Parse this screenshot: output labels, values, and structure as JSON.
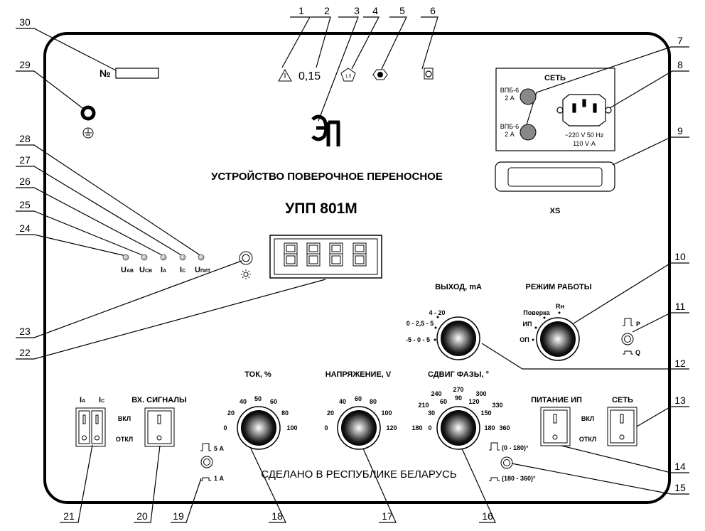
{
  "panel": {
    "title": "УСТРОЙСТВО ПОВЕРОЧНОЕ ПЕРЕНОСНОЕ",
    "model": "УПП 801М",
    "made_in": "СДЕЛАНО В РЕСПУБЛИКЕ БЕЛАРУСЬ",
    "serial_label": "№",
    "class_value": "0,15",
    "class_badge": "1,5"
  },
  "callouts": [
    "1",
    "2",
    "3",
    "4",
    "5",
    "6",
    "7",
    "8",
    "9",
    "10",
    "11",
    "12",
    "13",
    "14",
    "15",
    "16",
    "17",
    "18",
    "19",
    "20",
    "21",
    "22",
    "23",
    "24",
    "25",
    "26",
    "27",
    "28",
    "29",
    "30"
  ],
  "mains": {
    "label": "СЕТЬ",
    "fuse1": [
      "ВПБ-6",
      "2 А"
    ],
    "fuse2": [
      "ВПБ-6",
      "2 А"
    ],
    "rating1": "~220 V   50 Hz",
    "rating2": "110 V·A",
    "xs": "XS"
  },
  "indicators": [
    "U",
    "U",
    "I",
    "I",
    "U"
  ],
  "indicator_subs": [
    "АВ",
    "СВ",
    "А",
    "С",
    "ПИТ"
  ],
  "output": {
    "label": "ВЫХОД, mA",
    "ranges": [
      "4 - 20",
      "0 - 2,5 - 5",
      "-5 - 0 - 5"
    ]
  },
  "mode": {
    "label": "РЕЖИМ РАБОТЫ",
    "options": [
      "Поверка",
      "Rн",
      "ИП",
      "ОП"
    ]
  },
  "button11": {
    "p": "P",
    "q": "Q"
  },
  "current": {
    "label": "ТОК, %",
    "scale": [
      "0",
      "20",
      "40",
      "50",
      "60",
      "80",
      "100"
    ]
  },
  "voltage": {
    "label": "НАПРЯЖЕНИЕ, V",
    "scale": [
      "0",
      "20",
      "40",
      "60",
      "80",
      "100",
      "120"
    ]
  },
  "phase": {
    "label": "СДВИГ ФАЗЫ, °",
    "scale_outer": [
      "240",
      "270",
      "300",
      "210",
      "330",
      "180",
      "360"
    ],
    "scale_inner": [
      "60",
      "90",
      "120",
      "30",
      "150",
      "0",
      "180"
    ]
  },
  "inputs": {
    "label": "ВХ. СИГНАЛЫ",
    "on": "ВКЛ",
    "off": "ОТКЛ",
    "ia": "I",
    "ia_sub": "А",
    "ic": "I",
    "ic_sub": "С"
  },
  "range_button": {
    "a": "5 А",
    "b": "1 А"
  },
  "power_ip": {
    "label": "ПИТАНИЕ ИП",
    "on": "ВКЛ",
    "off": "ОТКЛ"
  },
  "mains_switch": {
    "label": "СЕТЬ"
  },
  "phase_button": {
    "a": "(0 - 180)°",
    "b": "(180 - 360)°"
  },
  "colors": {
    "ink": "#000000",
    "led": "#cccccc",
    "fuse": "#888888",
    "knob_light": "#ffffff",
    "knob_dark": "#000000"
  }
}
